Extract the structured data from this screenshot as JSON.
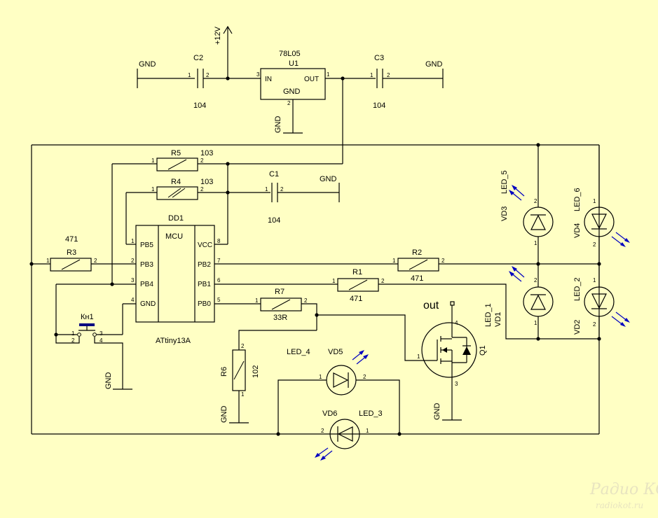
{
  "power": {
    "supply": "+12V",
    "gnd": "GND"
  },
  "regulator": {
    "ref": "U1",
    "part": "78L05",
    "in": "IN",
    "out": "OUT",
    "gnd": "GND",
    "pin_in": "3",
    "pin_out": "1",
    "pin_gnd": "2"
  },
  "mcu": {
    "ref": "DD1",
    "title": "MCU",
    "part": "ATtiny13A",
    "left_pins": [
      {
        "num": "1",
        "name": "PB5"
      },
      {
        "num": "2",
        "name": "PB3"
      },
      {
        "num": "3",
        "name": "PB4"
      },
      {
        "num": "4",
        "name": "GND"
      }
    ],
    "right_pins": [
      {
        "num": "8",
        "name": "VCC"
      },
      {
        "num": "7",
        "name": "PB2"
      },
      {
        "num": "6",
        "name": "PB1"
      },
      {
        "num": "5",
        "name": "PB0"
      }
    ]
  },
  "capacitors": {
    "c1": {
      "ref": "C1",
      "value": "104"
    },
    "c2": {
      "ref": "C2",
      "value": "104"
    },
    "c3": {
      "ref": "C3",
      "value": "104"
    }
  },
  "resistors": {
    "r1": {
      "ref": "R1",
      "value": "471"
    },
    "r2": {
      "ref": "R2",
      "value": "471"
    },
    "r3": {
      "ref": "R3",
      "value": "471"
    },
    "r4": {
      "ref": "R4",
      "value": "103"
    },
    "r5": {
      "ref": "R5",
      "value": "103"
    },
    "r6": {
      "ref": "R6",
      "value": "102"
    },
    "r7": {
      "ref": "R7",
      "value": "33R"
    }
  },
  "leds": {
    "vd1": {
      "ref": "VD1",
      "name": "LED_1"
    },
    "vd2": {
      "ref": "VD2",
      "name": "LED_2"
    },
    "vd3": {
      "ref": "VD3",
      "name": "LED_5"
    },
    "vd4": {
      "ref": "VD4",
      "name": "LED_6"
    },
    "vd5": {
      "ref": "VD5",
      "name": "LED_4"
    },
    "vd6": {
      "ref": "VD6",
      "name": "LED_3"
    }
  },
  "button": {
    "ref": "Кн1"
  },
  "transistor": {
    "ref": "Q1",
    "out_label": "out"
  },
  "pin_numbers": {
    "one": "1",
    "two": "2",
    "three": "3",
    "four": "4"
  },
  "watermark": {
    "text": "Радио КОТ",
    "url": "radiokot.ru"
  }
}
